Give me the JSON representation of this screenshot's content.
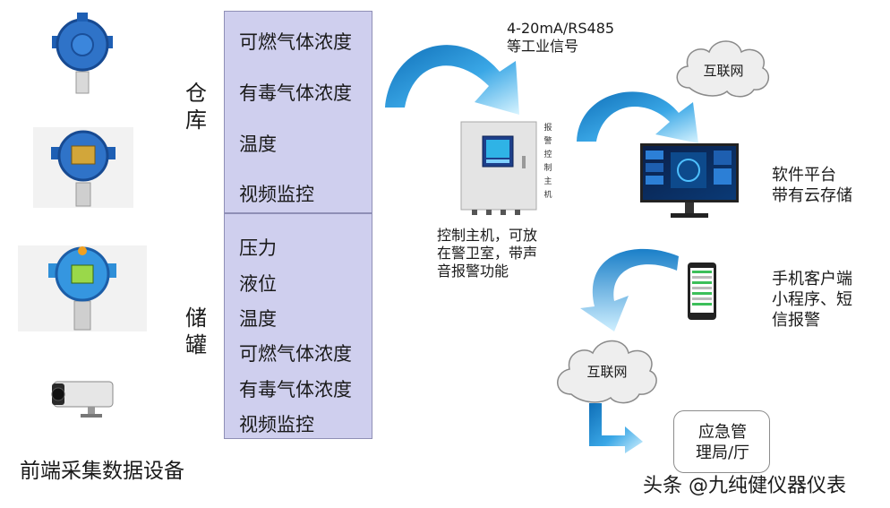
{
  "devices": {
    "title": "前端采集数据设备"
  },
  "warehouse": {
    "label_chars": [
      "仓",
      "库"
    ],
    "items": [
      "可燃气体浓度",
      "有毒气体浓度",
      "温度",
      "视频监控"
    ]
  },
  "tank": {
    "label_chars": [
      "储",
      "罐"
    ],
    "items": [
      "压力",
      "液位",
      "温度",
      "可燃气体浓度",
      "有毒气体浓度",
      "视频监控"
    ]
  },
  "signal": {
    "line1": "4-20mA/RS485",
    "line2": "等工业信号"
  },
  "controller": {
    "side_chars": [
      "报",
      "警",
      "控",
      "制",
      "主",
      "机"
    ],
    "caption": [
      "控制主机，可放",
      "在警卫室，带声",
      "音报警功能"
    ]
  },
  "cloud_top": {
    "label": "互联网"
  },
  "cloud_bottom": {
    "label": "互联网"
  },
  "software": {
    "lines": [
      "软件平台",
      "带有云存储"
    ]
  },
  "mobile": {
    "lines": [
      "手机客户端",
      "小程序、短",
      "信报警"
    ]
  },
  "emergency": {
    "lines": [
      "应急管",
      "理局/厅"
    ]
  },
  "watermark": {
    "text": "头条 @九纯健仪器仪表"
  },
  "colors": {
    "panel": "#cfcfee",
    "arrow_dark": "#1f86cc",
    "arrow_light": "#cdeefa",
    "device_blue": "#2f73c8"
  }
}
